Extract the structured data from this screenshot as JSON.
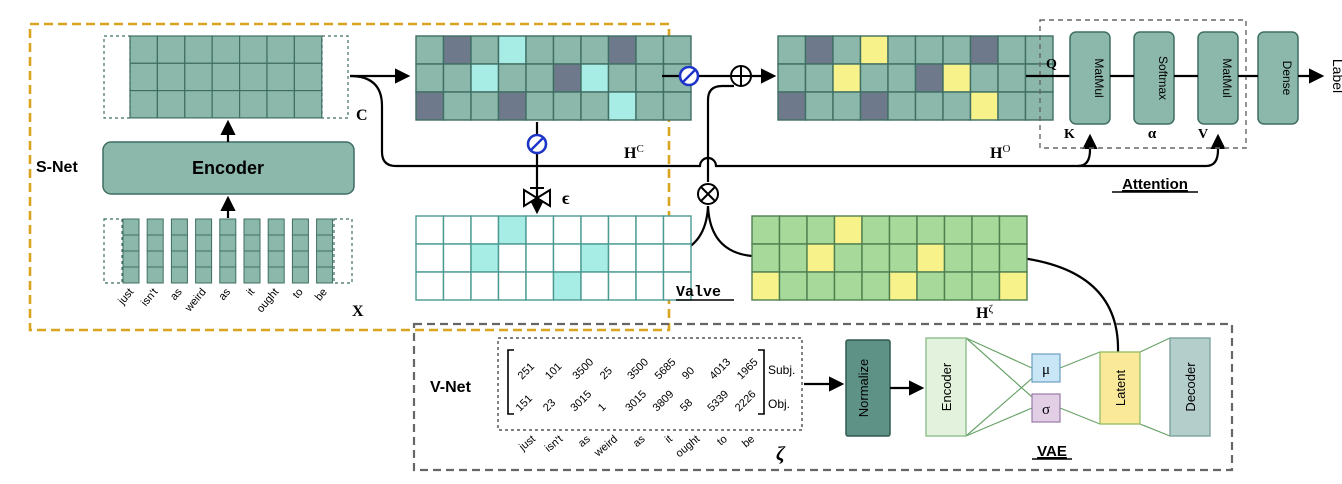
{
  "colors": {
    "teal": "#8bb8aa",
    "teal_stroke": "#3f6e63",
    "dark": "#6e7a8c",
    "cyan": "#a8ece6",
    "yellow": "#f7f28a",
    "green": "#a7d99a",
    "green_stroke": "#4f7f4f",
    "gold": "#d9a521",
    "valve_blue": "#1d34c8"
  },
  "snet": {
    "label": "S-Net",
    "encoder_label": "Encoder",
    "c_label": "C",
    "x_label": "X",
    "words": [
      "just",
      "isn't",
      "as",
      "weird",
      "as",
      "it",
      "ought",
      "to",
      "be"
    ]
  },
  "hc": {
    "label_main": "H",
    "label_sup": "C",
    "grid": [
      [
        0,
        1,
        0,
        2,
        0,
        0,
        0,
        1,
        0,
        0
      ],
      [
        0,
        0,
        2,
        0,
        0,
        1,
        2,
        0,
        0,
        0
      ],
      [
        1,
        0,
        0,
        1,
        0,
        0,
        0,
        2,
        0,
        0
      ]
    ]
  },
  "ho": {
    "label_main": "H",
    "label_sup": "O",
    "grid": [
      [
        0,
        1,
        0,
        3,
        0,
        0,
        0,
        1,
        0,
        0
      ],
      [
        0,
        0,
        3,
        0,
        0,
        1,
        3,
        0,
        0,
        0
      ],
      [
        1,
        0,
        0,
        1,
        0,
        0,
        0,
        3,
        0,
        0
      ]
    ]
  },
  "valve_grid": {
    "grid": [
      [
        0,
        0,
        0,
        2,
        0,
        0,
        0,
        0,
        0,
        0
      ],
      [
        0,
        0,
        2,
        0,
        0,
        0,
        2,
        0,
        0,
        0
      ],
      [
        0,
        0,
        0,
        0,
        0,
        2,
        0,
        0,
        0,
        0
      ]
    ]
  },
  "hz": {
    "label_main": "H",
    "label_sup": "ζ",
    "grid": [
      [
        5,
        5,
        5,
        3,
        5,
        5,
        5,
        5,
        5,
        5
      ],
      [
        5,
        5,
        3,
        5,
        5,
        5,
        3,
        5,
        5,
        5
      ],
      [
        3,
        5,
        5,
        5,
        5,
        3,
        5,
        5,
        5,
        3
      ]
    ]
  },
  "valve": {
    "label": "Valve",
    "epsilon": "ϵ"
  },
  "attention": {
    "title": "Attention",
    "q": "Q",
    "k": "K",
    "alpha": "α",
    "v": "V",
    "matmul1": "MatMul",
    "softmax": "Softmax",
    "matmul2": "MatMul",
    "dense": "Dense",
    "output": "Label"
  },
  "vnet": {
    "label": "V-Net",
    "row_subj": [
      "251",
      "101",
      "3500",
      "25",
      "3500",
      "5685",
      "90",
      "4013",
      "1965"
    ],
    "row_obj": [
      "151",
      "23",
      "3015",
      "1",
      "3015",
      "3809",
      "58",
      "5339",
      "2226"
    ],
    "subj_label": "Subj.",
    "obj_label": "Obj.",
    "words": [
      "just",
      "isn't",
      "as",
      "weird",
      "as",
      "it",
      "ought",
      "to",
      "be"
    ],
    "zeta": "ζ",
    "normalize": "Normalize"
  },
  "vae": {
    "title": "VAE",
    "encoder": "Encoder",
    "mu": "μ",
    "sigma": "σ",
    "latent": "Latent",
    "decoder": "Decoder"
  }
}
